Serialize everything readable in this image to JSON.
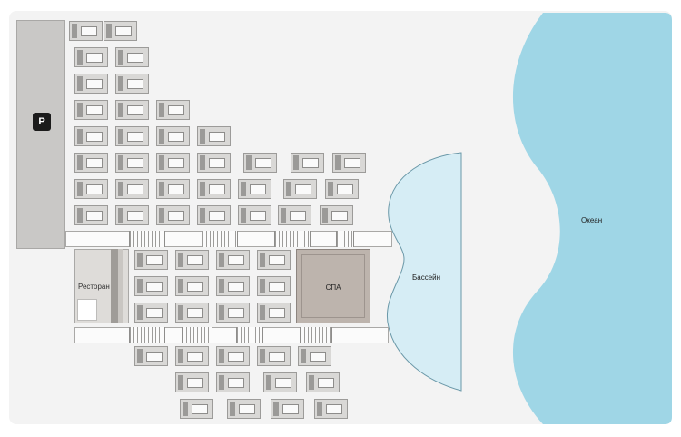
{
  "map": {
    "parking_sign": "P",
    "restaurant_label": "Ресторан",
    "spa_label": "СПА",
    "pool_label": "Бассейн",
    "ocean_label": "Океан",
    "colors": {
      "ocean": "#9fd6e6",
      "pool": "#d6edf5",
      "spa": "#bdb4ad",
      "parking": "#c9c8c6",
      "background": "#f3f3f3"
    },
    "villa_icon": "villa-icon"
  }
}
